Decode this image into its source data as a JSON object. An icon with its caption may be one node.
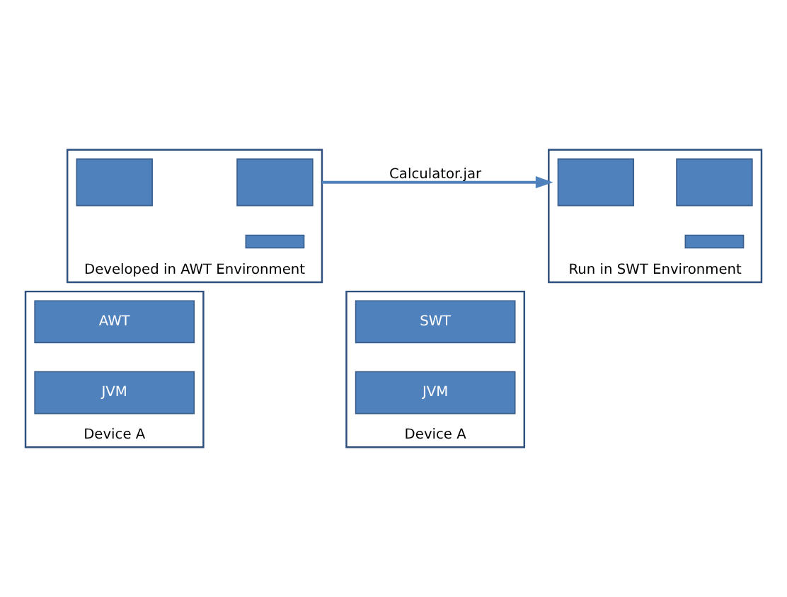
{
  "diagram": {
    "nodes": [
      {
        "text": [],
        "shape": "box",
        "beside": [
          "Developed in AWT Environment"
        ]
      },
      {
        "text": [],
        "shape": "box",
        "in": 0
      },
      {
        "text": [],
        "shape": "box",
        "in": 0
      },
      {
        "text": [],
        "shape": "bar",
        "in": 0
      },
      {
        "text": [],
        "shape": "box",
        "beside": [
          "Run in SWT Environment"
        ]
      },
      {
        "text": [],
        "shape": "box",
        "in": 4
      },
      {
        "text": [],
        "shape": "box",
        "in": 4
      },
      {
        "text": [],
        "shape": "bar",
        "in": 4
      },
      {
        "text": [],
        "shape": "box",
        "beside": [
          "Device A"
        ]
      },
      {
        "text": [
          "AWT"
        ],
        "in": 8
      },
      {
        "text": [
          "JVM"
        ],
        "in": 8
      },
      {
        "text": [],
        "shape": "box",
        "beside": [
          "Device A"
        ]
      },
      {
        "text": [
          "SWT"
        ],
        "in": 11
      },
      {
        "text": [
          "JVM"
        ],
        "in": 11
      }
    ],
    "edges": [
      {
        "from": 0,
        "to": 4,
        "arrow": "to",
        "label": "Calculator.jar"
      }
    ]
  }
}
